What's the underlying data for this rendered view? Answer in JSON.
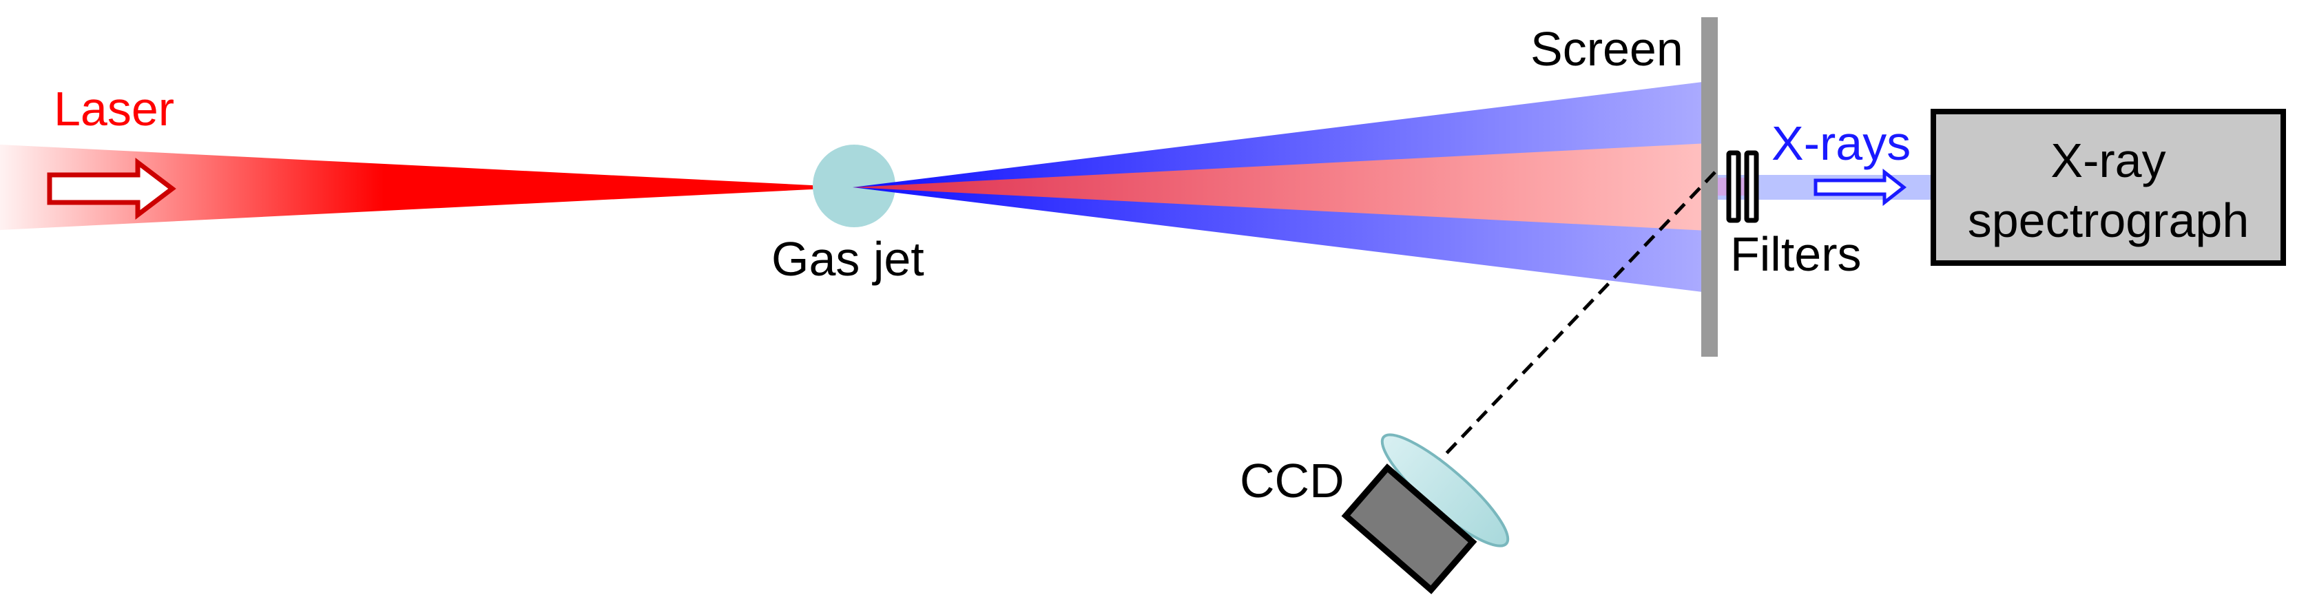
{
  "labels": {
    "laser": "Laser",
    "gas_jet": "Gas jet",
    "screen": "Screen",
    "xrays": "X-rays",
    "filters": "Filters",
    "spectrograph_line1": "X-ray",
    "spectrograph_line2": "spectrograph",
    "ccd": "CCD"
  },
  "colors": {
    "laser": "#ff0000",
    "electron_beam": "#1010ff",
    "gas_jet": "#a9d9dc",
    "screen": "#9a9a9a",
    "spectrograph_box": "#c8c8c8",
    "ccd_body": "#7a7a7a",
    "xray_text": "#1a1aff"
  },
  "icons": {
    "laser_direction": "right-arrow-outline-icon",
    "xray_direction": "right-arrow-outline-icon"
  }
}
